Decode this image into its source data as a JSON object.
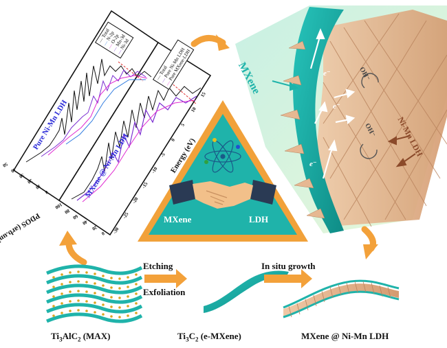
{
  "pdos_panel": {
    "ylabel": "PDOS (arb.units)",
    "xlabel": "Energy (eV)",
    "legend_top": [
      "Total",
      "N-2p",
      "O-2p",
      "Mn-3d"
    ],
    "legend_top_extra": "Ni-3d",
    "legend_bottom": [
      "Total",
      "Pure Ni-Mn LDH",
      "Pure MXene-LDH"
    ],
    "label_pure": "Pure Ni-Mn LDH",
    "label_mxene": "MXene @ Ni-Mn LDH",
    "y_ticks": [
      "50",
      "40",
      "30",
      "20",
      "10",
      "0"
    ],
    "y_ticks_lower": [
      "100",
      "80",
      "60",
      "40",
      "20",
      "0"
    ],
    "x_ticks": [
      "-30",
      "-25",
      "-20",
      "-15",
      "-10",
      "-5",
      "0",
      "5",
      "10",
      "15"
    ]
  },
  "center": {
    "label_left": "MXene",
    "label_right": "LDH"
  },
  "structure": {
    "mxene_label": "MXene",
    "ldh_label": "Ni-Mn LDH",
    "electron_label": "e⁻",
    "oh_label": "OH⁻"
  },
  "process": {
    "step1_top": "Etching",
    "step1_bottom": "Exfoliation",
    "step2": "In situ growth",
    "max_label_pre": "Ti",
    "max_sub1": "3",
    "max_mid": "AlC",
    "max_sub2": "2",
    "max_post": " (MAX)",
    "emx_pre": "Ti",
    "emx_sub1": "3",
    "emx_mid": "C",
    "emx_sub2": "2",
    "emx_post": " (e-MXene)",
    "final_label": "MXene @ Ni-Mn LDH"
  },
  "colors": {
    "teal": "#1fb3aa",
    "teal_dark": "#0e8c86",
    "orange": "#f3a13a",
    "ldh": "#e3b590",
    "gold": "#d9a520",
    "blue_text": "#2a2ad8"
  }
}
